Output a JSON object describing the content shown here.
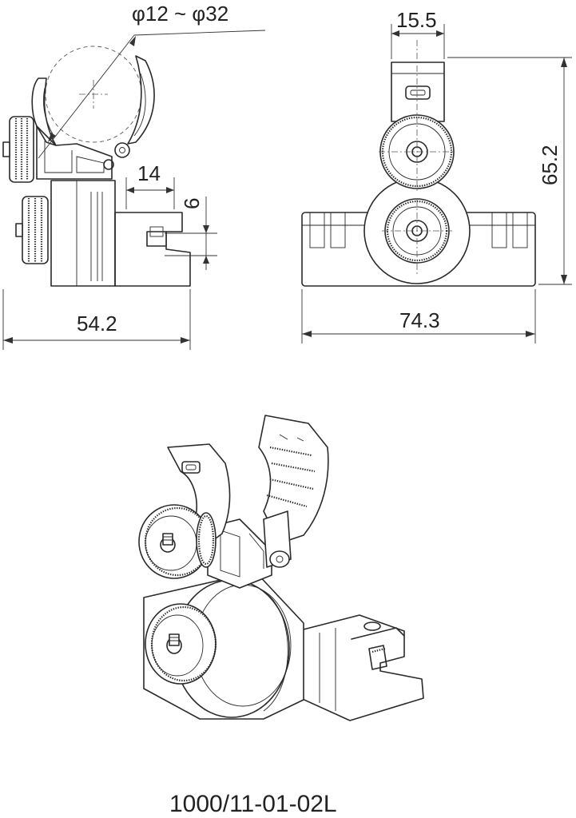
{
  "side_view": {
    "dim_diameter": "φ12 ~ φ32",
    "dim_width": "54.2",
    "dim_slot_width": "14",
    "dim_slot_height": "6"
  },
  "front_view": {
    "dim_top_width": "15.5",
    "dim_height": "65.2",
    "dim_width": "74.3"
  },
  "part_number": "1000/11-01-02L"
}
